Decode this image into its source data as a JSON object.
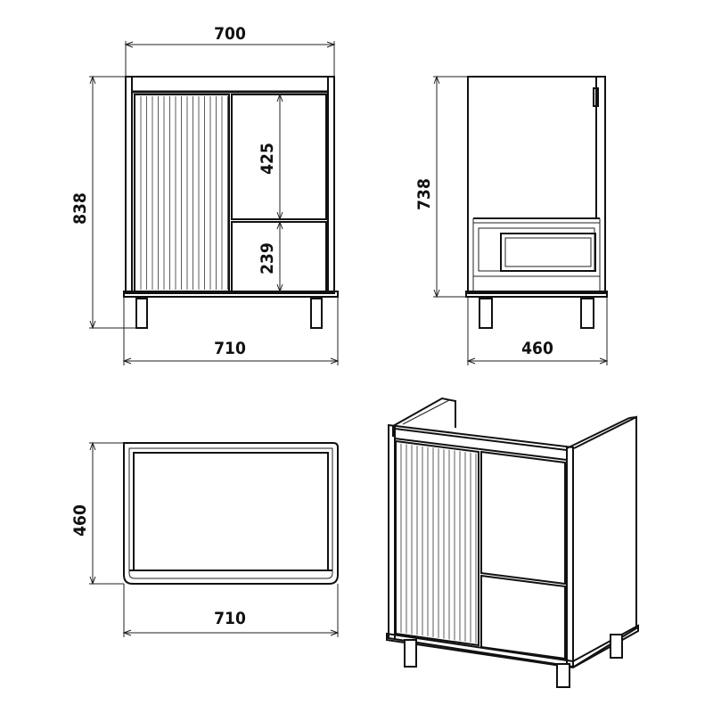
{
  "dimensions": {
    "front_top_width": "700",
    "front_height": "838",
    "front_upper_section": "425",
    "front_lower_section": "239",
    "front_base_width": "710",
    "side_height": "738",
    "side_depth": "460",
    "plan_depth": "460",
    "plan_width": "710"
  },
  "colors": {
    "line": "#111111",
    "background": "#ffffff"
  }
}
